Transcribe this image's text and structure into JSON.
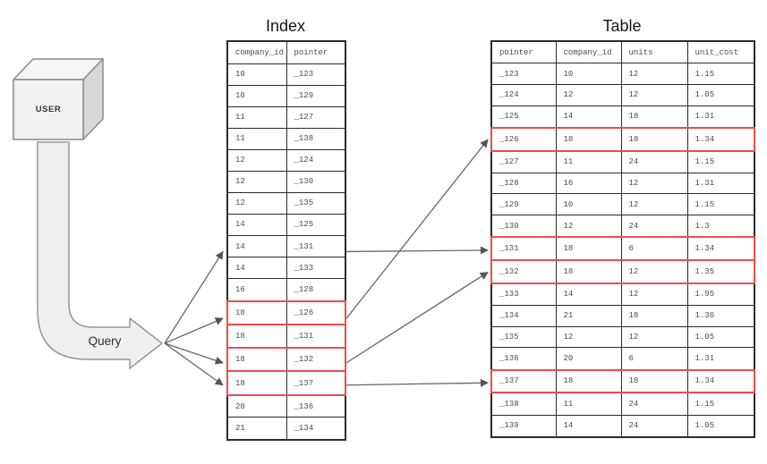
{
  "user_label": "USER",
  "query_label": "Query",
  "index": {
    "title": "Index",
    "columns": [
      "company_id",
      "pointer"
    ],
    "rows": [
      [
        "10",
        "_123"
      ],
      [
        "10",
        "_129"
      ],
      [
        "11",
        "_127"
      ],
      [
        "11",
        "_138"
      ],
      [
        "12",
        "_124"
      ],
      [
        "12",
        "_130"
      ],
      [
        "12",
        "_135"
      ],
      [
        "14",
        "_125"
      ],
      [
        "14",
        "_131"
      ],
      [
        "14",
        "_133"
      ],
      [
        "16",
        "_128"
      ],
      [
        "18",
        "_126"
      ],
      [
        "18",
        "_131"
      ],
      [
        "18",
        "_132"
      ],
      [
        "18",
        "_137"
      ],
      [
        "20",
        "_136"
      ],
      [
        "21",
        "_134"
      ]
    ],
    "highlighted_rows": [
      11,
      12,
      13,
      14
    ]
  },
  "table": {
    "title": "Table",
    "columns": [
      "pointer",
      "company_id",
      "units",
      "unit_cost"
    ],
    "rows": [
      [
        "_123",
        "10",
        "12",
        "1.15"
      ],
      [
        "_124",
        "12",
        "12",
        "1.05"
      ],
      [
        "_125",
        "14",
        "18",
        "1.31"
      ],
      [
        "_126",
        "18",
        "18",
        "1.34"
      ],
      [
        "_127",
        "11",
        "24",
        "1.15"
      ],
      [
        "_128",
        "16",
        "12",
        "1.31"
      ],
      [
        "_129",
        "10",
        "12",
        "1.15"
      ],
      [
        "_130",
        "12",
        "24",
        "1.3"
      ],
      [
        "_131",
        "18",
        "6",
        "1.34"
      ],
      [
        "_132",
        "18",
        "12",
        "1.35"
      ],
      [
        "_133",
        "14",
        "12",
        "1.95"
      ],
      [
        "_134",
        "21",
        "18",
        "1.36"
      ],
      [
        "_135",
        "12",
        "12",
        "1.05"
      ],
      [
        "_136",
        "20",
        "6",
        "1.31"
      ],
      [
        "_137",
        "18",
        "18",
        "1.34"
      ],
      [
        "_138",
        "11",
        "24",
        "1.15"
      ],
      [
        "_139",
        "14",
        "24",
        "1.05"
      ]
    ],
    "highlighted_rows": [
      3,
      8,
      9,
      14
    ]
  },
  "connections": {
    "query_targets": [
      "_126",
      "_131",
      "_132",
      "_137"
    ],
    "index_to_table": [
      "_126",
      "_131",
      "_132",
      "_137"
    ]
  },
  "colors": {
    "highlight": "#ee4c4c",
    "table_border": "#2b2b2b",
    "arrow": "#666666",
    "arrowhead": "#555555",
    "shape_fill": "#efefef",
    "shape_stroke": "#979797",
    "cube_side_fill": "#d8d8d8",
    "cube_top_fill": "#f6f6f6"
  }
}
